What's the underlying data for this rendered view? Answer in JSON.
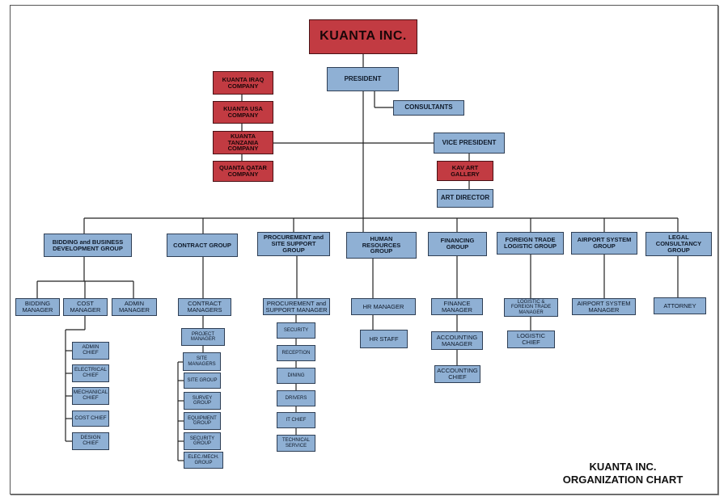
{
  "chart": {
    "caption_line1": "KUANTA INC.",
    "caption_line2": "ORGANIZATION CHART"
  },
  "colors": {
    "box_blue": "#8fb0d4",
    "box_red": "#c23b42",
    "line": "#222222"
  },
  "nodes": {
    "root": "KUANTA INC.",
    "president": "PRESIDENT",
    "consultants": "CONSULTANTS",
    "vice_president": "VICE PRESIDENT",
    "kav_art_gallery": "KAV ART\nGALLERY",
    "art_director": "ART DIRECTOR",
    "kuanta_iraq": "KUANTA IRAQ\nCOMPANY",
    "kuanta_usa": "KUANTA USA\nCOMPANY",
    "kuanta_tanzania": "KUANTA\nTANZANIA\nCOMPANY",
    "quanta_qatar": "QUANTA QATAR\nCOMPANY",
    "bidding_group": "BIDDING and BUSINESS\nDEVELOPMENT GROUP",
    "contract_group": "CONTRACT GROUP",
    "procurement_group": "PROCUREMENT and\nSITE SUPPORT\nGROUP",
    "hr_group": "HUMAN\nRESOURCES\nGROUP",
    "financing_group": "FINANCING\nGROUP",
    "foreign_trade_group": "FOREIGN TRADE\nLOGISTIC GROUP",
    "airport_group": "AIRPORT SYSTEM\nGROUP",
    "legal_group": "LEGAL\nCONSULTANCY\nGROUP",
    "bidding_manager": "BIDDING\nMANAGER",
    "cost_manager": "COST\nMANAGER",
    "admin_manager": "ADMIN\nMANAGER",
    "admin_chief": "ADMIN\nCHIEF",
    "electrical_chief": "ELECTRICAL\nCHIEF",
    "mechanical_chief": "MECHANICAL\nCHIEF",
    "cost_chief": "COST CHIEF",
    "design_chief": "DESIGN\nCHIEF",
    "contract_managers": "CONTRACT\nMANAGERS",
    "project_manager": "PROJECT\nMANAGER",
    "site_managers": "SITE\nMANAGERS",
    "site_group": "SITE GROUP",
    "survey_group": "SURVEY\nGROUP",
    "equipment_group": "EQUIPMENT\nGROUP",
    "security_group": "SECURITY\nGROUP",
    "elec_mech_group": "ELEC./MECH.\nGROUP",
    "procurement_manager": "PROCUREMENT and\nSUPPORT MANAGER",
    "security": "SECURITY",
    "reception": "RECEPTION",
    "dining": "DINING",
    "drivers": "DRIVERS",
    "it_chief": "IT CHIEF",
    "technical_service": "TECHNICAL\nSERVICE",
    "hr_manager": "HR MANAGER",
    "hr_staff": "HR STAFF",
    "finance_manager": "FINANCE\nMANAGER",
    "accounting_manager": "ACCOUNTING\nMANAGER",
    "accounting_chief": "ACCOUNTING\nCHIEF",
    "logistic_ft_manager": "LOGISTIC &\nFOREIGN TRADE\nMANAGER",
    "logistic_chief": "LOGISTIC\nCHIEF",
    "airport_system_manager": "AIRPORT SYSTEM\nMANAGER",
    "attorney": "ATTORNEY"
  }
}
